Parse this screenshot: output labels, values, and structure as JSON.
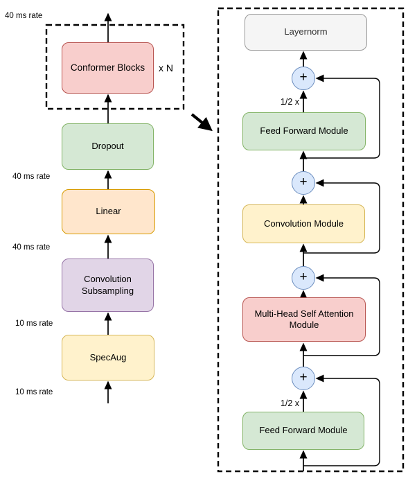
{
  "colors": {
    "red_fill": "#f8cecc",
    "red_border": "#b85450",
    "green_fill": "#d5e8d4",
    "green_border": "#82b366",
    "orange_fill": "#ffe6cc",
    "orange_border": "#d79b00",
    "purple_fill": "#e1d5e7",
    "purple_border": "#9673a6",
    "yellow_fill": "#fff2cc",
    "yellow_border": "#d6b656",
    "gray_fill": "#f5f5f5",
    "gray_border": "#999999",
    "blue_fill": "#dae8fc",
    "blue_border": "#6c8ebf",
    "wire": "#000000"
  },
  "left_pipeline": {
    "rates": [
      "40 ms rate",
      "40 ms rate",
      "40 ms rate",
      "10 ms rate",
      "10 ms rate"
    ],
    "conformer_blocks_label": "Conformer Blocks",
    "repeat_label": "x N",
    "dropout_label": "Dropout",
    "linear_label": "Linear",
    "conv_subsampling_label": "Convolution Subsampling",
    "specaug_label": "SpecAug"
  },
  "conformer_block": {
    "layernorm_label": "Layernorm",
    "feed_forward_top_label": "Feed Forward Module",
    "convolution_label": "Convolution Module",
    "mhsa_label": "Multi-Head Self Attention Module",
    "feed_forward_bottom_label": "Feed Forward Module",
    "half_scale_top": "1/2 x",
    "half_scale_bottom": "1/2 x",
    "plus": "+"
  }
}
